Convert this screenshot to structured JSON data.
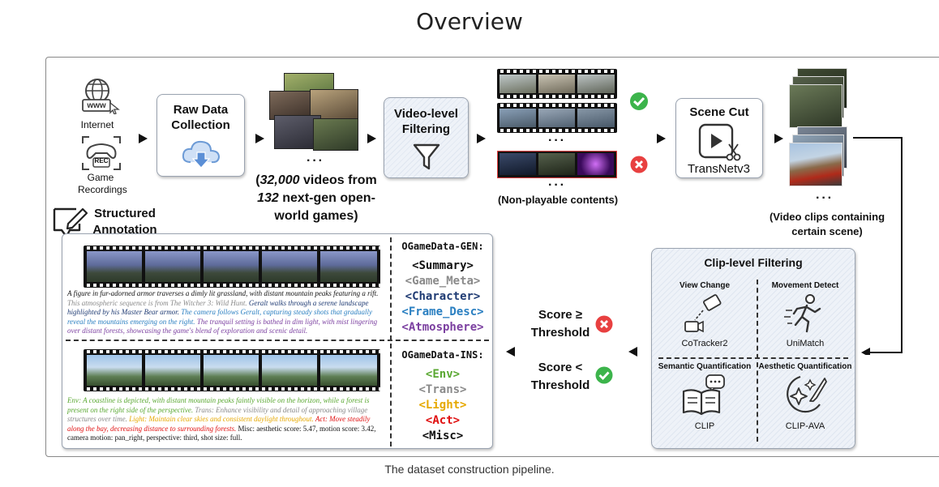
{
  "title": "Overview",
  "caption": "The dataset construction pipeline.",
  "sources": {
    "internet_label": "Internet",
    "www_label": "www",
    "game_label": "Game Recordings",
    "rec_label": "REC"
  },
  "raw_data": {
    "label": "Raw Data Collection"
  },
  "collection_stats": {
    "count_videos": "32,000",
    "videos_text": " videos from",
    "count_games": "132",
    "games_text": " next-gen open-world games)",
    "open_paren": "("
  },
  "ellipsis": "···",
  "video_filter": {
    "label": "Video-level Filtering"
  },
  "non_playable": "(Non-playable contents)",
  "scene_cut": {
    "label": "Scene Cut",
    "tool": "TransNetv3"
  },
  "video_clips": "(Video clips containing certain scene)",
  "clip_filter": {
    "title": "Clip-level Filtering",
    "cells": [
      {
        "label": "View Change",
        "tool": "CoTracker2"
      },
      {
        "label": "Movement Detect",
        "tool": "UniMatch"
      },
      {
        "label": "Semantic Quantification",
        "tool": "CLIP"
      },
      {
        "label": "Aesthetic Quantification",
        "tool": "CLIP-AVA"
      }
    ]
  },
  "score_high": "Score ≥ Threshold",
  "score_low": "Score < Threshold",
  "annotation": {
    "title": "Structured Annotation",
    "gen_header": "OGameData-GEN:",
    "gen_tags": [
      "<Summary>",
      "<Game_Meta>",
      "<Character>",
      "<Frame_Desc>",
      "<Atmosphere>"
    ],
    "ins_header": "OGameData-INS:",
    "ins_tags": [
      "<Env>",
      "<Trans>",
      "<Light>",
      "<Act>",
      "<Misc>"
    ],
    "gen_desc": {
      "s1": "A figure in fur-adorned armor traverses a dimly lit grassland, with distant mountain peaks featuring a rift.",
      "s2": " This atmospheric sequence is from The Witcher 3: Wild Hunt.",
      "s3": " Geralt walks through a serene landscape highlighted by his Master Bear armor.",
      "s4": " The camera follows Geralt, capturing steady shots that gradually reveal the mountains emerging on the right.",
      "s5": " The tranquil setting is bathed in dim light, with mist lingering over distant forests, showcasing the game's blend of exploration and scenic detail."
    },
    "ins_desc": {
      "s1": "Env: A coastline is depicted, with distant mountain peaks faintly visible on the horizon, while a forest is present on the right side of the perspective.",
      "s2": " Trans: Enhance visibility and detail of approaching village structures over time.",
      "s3": " Light: Maintain clear skies and consistent daylight throughout.",
      "s4": " Act: Move steadily along the bay, decreasing distance to surrounding forests.",
      "s5": " Misc: aesthetic score: 5.47, motion score: 3.42, camera motion: pan_right, perspective: third, shot size: full."
    }
  },
  "colors": {
    "summary": "#111111",
    "game_meta": "#8a8a8a",
    "character": "#1f3b73",
    "frame_desc": "#2a7fc1",
    "atmosphere": "#7b3fa0",
    "env": "#5aa832",
    "trans": "#8a8a8a",
    "light": "#e6a800",
    "act": "#e01010",
    "misc": "#111111",
    "check": "#3cb44b",
    "cross": "#e84040"
  }
}
